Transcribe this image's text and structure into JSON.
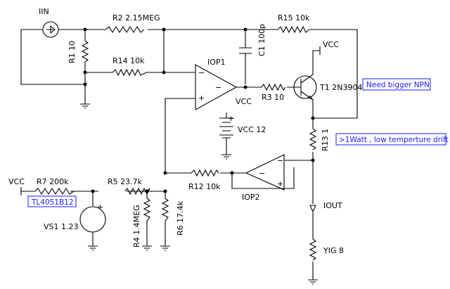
{
  "colors": {
    "wire": "#000000",
    "note": "#1a1aff",
    "background": "#ffffff"
  },
  "labels": {
    "iin": "IIN",
    "r2": "R2 2.15MEG",
    "r15": "R15 10k",
    "r1": "R1 10",
    "r14": "R14 10k",
    "iop1": "IOP1",
    "c1": "C1 100p",
    "vcc_top": "VCC",
    "r3": "R3 10",
    "t1": "T1 2N3904",
    "vcc_mid": "VCC",
    "vcc12": "VCC 12",
    "r13": "R13 1",
    "vcc_left": "VCC",
    "r7": "R7 200k",
    "r5": "R5 23.7k",
    "r12": "R12 10k",
    "iop2": "IOP2",
    "vs1": "VS1 1.23",
    "r4": "R4 1.4MEG",
    "r6": "R6 17.4k",
    "iout": "IOUT",
    "yig": "YIG 8",
    "plus": "+",
    "minus": "−",
    "vs_plus": "+"
  },
  "notes": {
    "npn": "Need bigger NPN",
    "watt": ">1Watt , low temperture drift",
    "ref": "TL4051B12"
  }
}
